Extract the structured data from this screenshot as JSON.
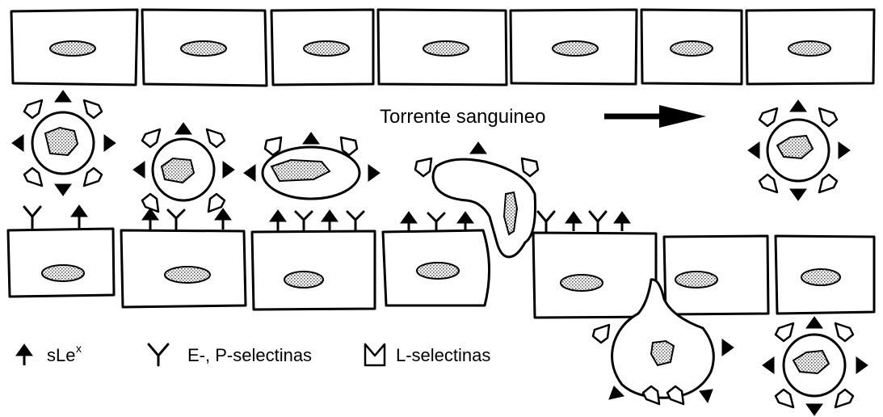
{
  "flow_label": "Torrente sanguineo",
  "legend": {
    "slex_label": "sLe",
    "slex_superscript": "x",
    "ep_selectin_label": "E-, P-selectinas",
    "l_selectin_label": "L-selectinas"
  },
  "colors": {
    "ink": "#000000",
    "background": "#ffffff",
    "nucleus_fill": "#c8c8c8"
  }
}
